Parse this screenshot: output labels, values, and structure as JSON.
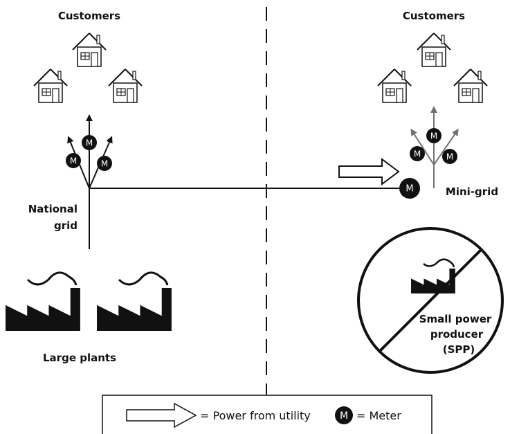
{
  "left": {
    "customers_label": "Customers",
    "grid_label_line1": "National",
    "grid_label_line2": "grid",
    "plants_label": "Large plants"
  },
  "right": {
    "customers_label": "Customers",
    "minigrid_label": "Mini-grid",
    "spp_line1": "Small power",
    "spp_line2": "producer",
    "spp_line3": "(SPP)"
  },
  "meter_letter": "M",
  "legend": {
    "power_label": "= Power from utility",
    "meter_letter": "M",
    "meter_label": "= Meter"
  },
  "colors": {
    "ink": "#111111",
    "gray_arrow": "#707070"
  }
}
